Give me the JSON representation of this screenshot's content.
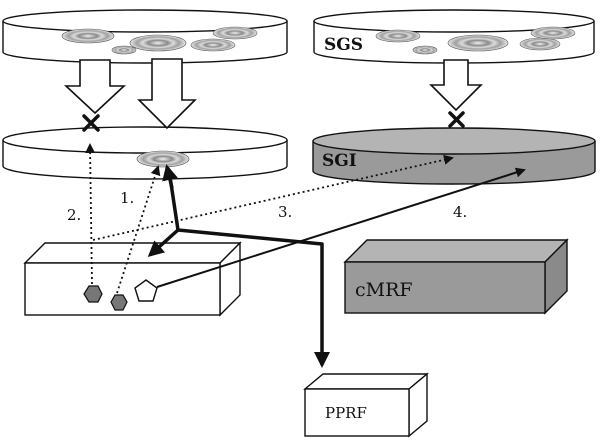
{
  "labels": {
    "sgs": "SGS",
    "sgi": "SGI",
    "cmrf": "cMRF",
    "pprf": "PPRF",
    "path1": "1.",
    "path2": "2.",
    "path3": "3.",
    "path4": "4."
  },
  "colors": {
    "white_disk": "#ffffff",
    "gray_fill": "#9a9a9a",
    "gray_top": "#b4b4b4",
    "outline": "#111111",
    "background": "#ffffff"
  }
}
